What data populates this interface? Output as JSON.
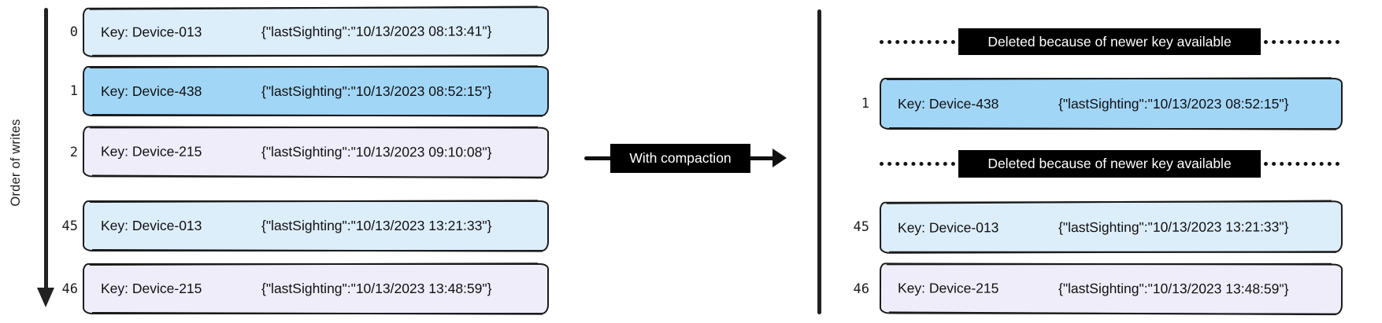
{
  "axis_label": "Order of writes",
  "arrow_label": "With compaction",
  "left_log": {
    "rows": [
      {
        "index": "0",
        "key": "Key: Device-013",
        "value": "{\"lastSighting\":\"10/13/2023 08:13:41\"}",
        "color": "lightblue"
      },
      {
        "index": "1",
        "key": "Key: Device-438",
        "value": "{\"lastSighting\":\"10/13/2023 08:52:15\"}",
        "color": "blue"
      },
      {
        "index": "2",
        "key": "Key: Device-215",
        "value": "{\"lastSighting\":\"10/13/2023 09:10:08\"}",
        "color": "lavender"
      },
      {
        "index": "45",
        "key": "Key: Device-013",
        "value": "{\"lastSighting\":\"10/13/2023 13:21:33\"}",
        "color": "lightblue"
      },
      {
        "index": "46",
        "key": "Key: Device-215",
        "value": "{\"lastSighting\":\"10/13/2023 13:48:59\"}",
        "color": "lavender"
      }
    ]
  },
  "right_log": {
    "deleted_labels": [
      "Deleted because of newer key available",
      "Deleted because of newer key available"
    ],
    "rows": [
      {
        "index": "1",
        "key": "Key: Device-438",
        "value": "{\"lastSighting\":\"10/13/2023 08:52:15\"}",
        "color": "blue"
      },
      {
        "index": "45",
        "key": "Key: Device-013",
        "value": "{\"lastSighting\":\"10/13/2023 13:21:33\"}",
        "color": "lightblue"
      },
      {
        "index": "46",
        "key": "Key: Device-215",
        "value": "{\"lastSighting\":\"10/13/2023 13:48:59\"}",
        "color": "lavender"
      }
    ]
  },
  "colors": {
    "row_lightblue": "#ddeefb",
    "row_blue": "#a2d6f7",
    "row_lavender": "#f0edfa",
    "ink": "#1b1b1b",
    "label_bg": "#000000",
    "label_text": "#ffffff"
  }
}
